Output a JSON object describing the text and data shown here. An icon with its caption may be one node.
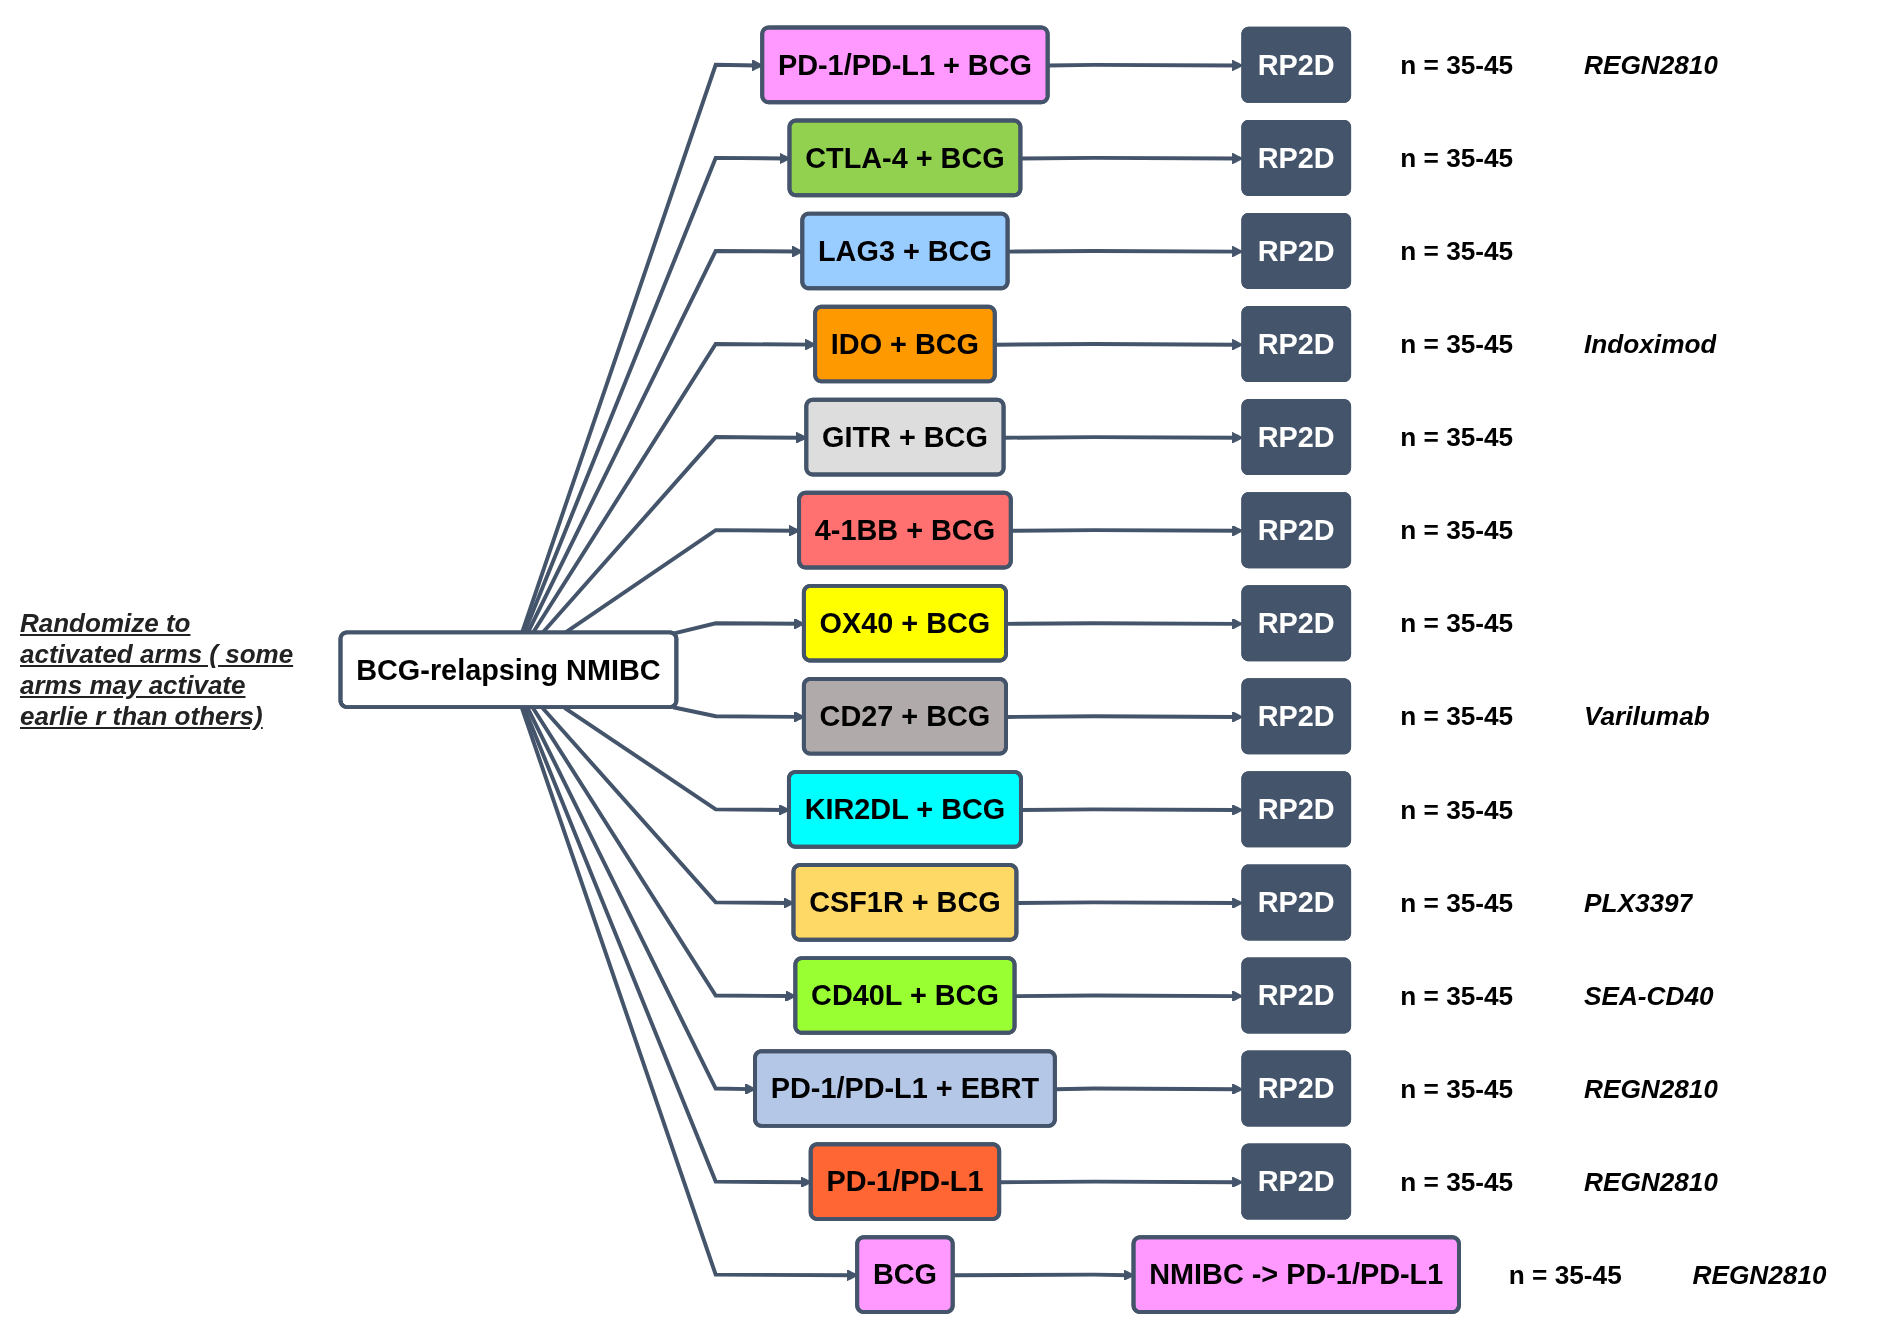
{
  "diagram": {
    "nodes": [
      {
        "text": [
          "BCG-relapsing NMIBC"
        ]
      },
      {
        "text": [
          "PD-1/PD-L1 + BCG"
        ]
      },
      {
        "text": [
          "RP2D"
        ],
        "beside": [
          "n = 35-45",
          "REGN2810"
        ]
      },
      {
        "text": [
          "CTLA-4 + BCG"
        ]
      },
      {
        "text": [
          "RP2D"
        ],
        "beside": [
          "n = 35-45"
        ]
      },
      {
        "text": [
          "LAG3 + BCG"
        ]
      },
      {
        "text": [
          "RP2D"
        ],
        "beside": [
          "n = 35-45"
        ]
      },
      {
        "text": [
          "IDO + BCG"
        ]
      },
      {
        "text": [
          "RP2D"
        ],
        "beside": [
          "n = 35-45",
          "Indoximod"
        ]
      },
      {
        "text": [
          "GITR + BCG"
        ]
      },
      {
        "text": [
          "RP2D"
        ],
        "beside": [
          "n = 35-45"
        ]
      },
      {
        "text": [
          "4-1BB + BCG"
        ]
      },
      {
        "text": [
          "RP2D"
        ],
        "beside": [
          "n = 35-45"
        ]
      },
      {
        "text": [
          "OX40 + BCG"
        ]
      },
      {
        "text": [
          "RP2D"
        ],
        "beside": [
          "n = 35-45"
        ]
      },
      {
        "text": [
          "CD27 + BCG"
        ]
      },
      {
        "text": [
          "RP2D"
        ],
        "beside": [
          "n = 35-45",
          "Varilumab"
        ]
      },
      {
        "text": [
          "KIR2DL + BCG"
        ]
      },
      {
        "text": [
          "RP2D"
        ],
        "beside": [
          "n = 35-45"
        ]
      },
      {
        "text": [
          "CSF1R + BCG"
        ]
      },
      {
        "text": [
          "RP2D"
        ],
        "beside": [
          "n = 35-45",
          "PLX3397"
        ]
      },
      {
        "text": [
          "CD40L + BCG"
        ]
      },
      {
        "text": [
          "RP2D"
        ],
        "beside": [
          "n = 35-45",
          "SEA-CD40"
        ]
      },
      {
        "text": [
          "PD-1/PD-L1 + EBRT"
        ]
      },
      {
        "text": [
          "RP2D"
        ],
        "beside": [
          "n = 35-45",
          "REGN2810"
        ]
      },
      {
        "text": [
          "PD-1/PD-L1"
        ]
      },
      {
        "text": [
          "RP2D"
        ],
        "beside": [
          "n = 35-45",
          "REGN2810"
        ]
      },
      {
        "text": [
          "BCG"
        ]
      },
      {
        "text": [
          "NMIBC -> PD-1/PD-L1"
        ],
        "beside": [
          "n = 35-45",
          "REGN2810"
        ]
      }
    ],
    "edges": [
      {
        "from": 0,
        "to": 1,
        "arrow": "to"
      },
      {
        "from": 1,
        "to": 2,
        "arrow": "to"
      },
      {
        "from": 0,
        "to": 3,
        "arrow": "to"
      },
      {
        "from": 3,
        "to": 4,
        "arrow": "to"
      },
      {
        "from": 0,
        "to": 5,
        "arrow": "to"
      },
      {
        "from": 5,
        "to": 6,
        "arrow": "to"
      },
      {
        "from": 0,
        "to": 7,
        "arrow": "to"
      },
      {
        "from": 7,
        "to": 8,
        "arrow": "to"
      },
      {
        "from": 0,
        "to": 9,
        "arrow": "to"
      },
      {
        "from": 9,
        "to": 10,
        "arrow": "to"
      },
      {
        "from": 0,
        "to": 11,
        "arrow": "to"
      },
      {
        "from": 11,
        "to": 12,
        "arrow": "to"
      },
      {
        "from": 0,
        "to": 13,
        "arrow": "to"
      },
      {
        "from": 13,
        "to": 14,
        "arrow": "to"
      },
      {
        "from": 0,
        "to": 15,
        "arrow": "to"
      },
      {
        "from": 15,
        "to": 16,
        "arrow": "to"
      },
      {
        "from": 0,
        "to": 17,
        "arrow": "to"
      },
      {
        "from": 17,
        "to": 18,
        "arrow": "to"
      },
      {
        "from": 0,
        "to": 19,
        "arrow": "to"
      },
      {
        "from": 19,
        "to": 20,
        "arrow": "to"
      },
      {
        "from": 0,
        "to": 21,
        "arrow": "to"
      },
      {
        "from": 21,
        "to": 22,
        "arrow": "to"
      },
      {
        "from": 0,
        "to": 23,
        "arrow": "to"
      },
      {
        "from": 23,
        "to": 24,
        "arrow": "to"
      },
      {
        "from": 0,
        "to": 25,
        "arrow": "to"
      },
      {
        "from": 25,
        "to": 26,
        "arrow": "to"
      },
      {
        "from": 0,
        "to": 27,
        "arrow": "to"
      },
      {
        "from": 27,
        "to": 28,
        "arrow": "to"
      }
    ],
    "labels": [
      "Randomize to activated arms ( some arms may activate earlie r than others)"
    ]
  }
}
